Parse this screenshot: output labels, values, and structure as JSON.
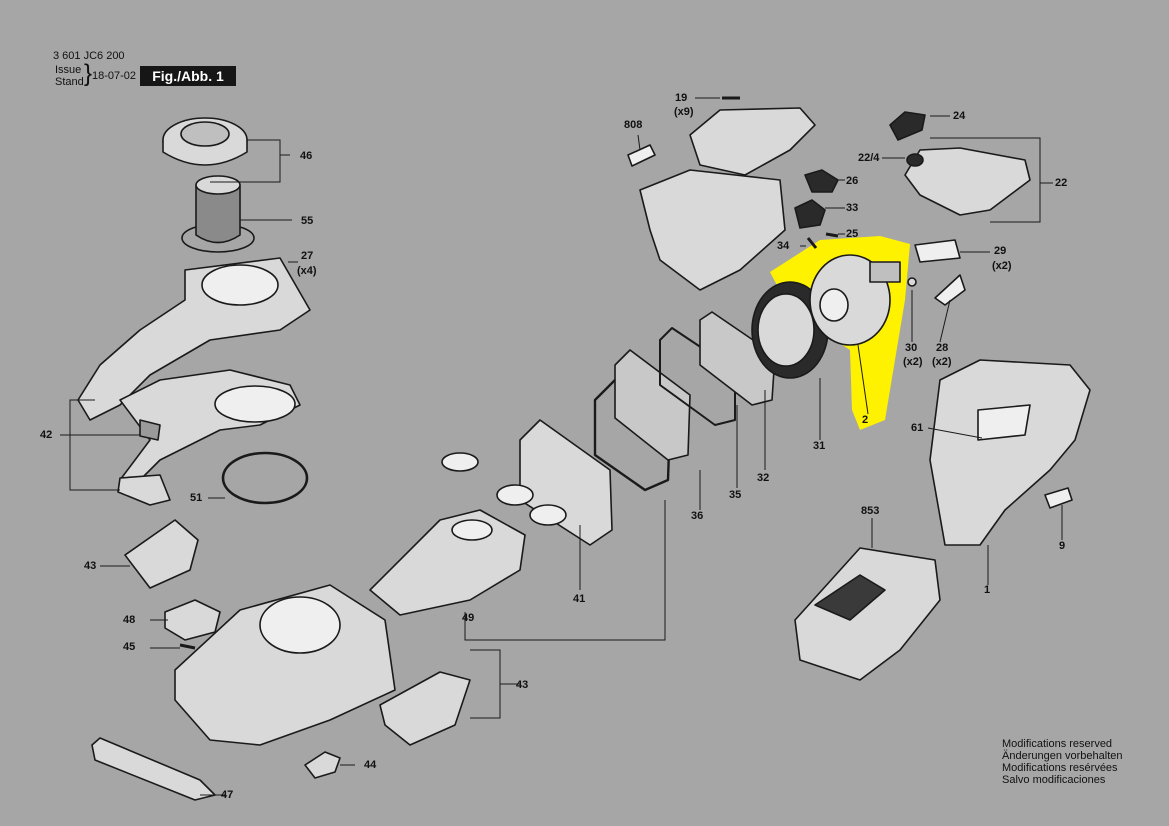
{
  "header": {
    "doc_number": "3 601 JC6 200",
    "issue_label": "Issue",
    "stand_label": "Stand",
    "brace": "}",
    "issue_date": "18-07-02",
    "figure_title": "Fig./Abb. 1"
  },
  "colors": {
    "background": "#a6a6a6",
    "highlight": "#fff200",
    "part_fill": "#d9d9d9",
    "part_dark": "#2a2a2a",
    "line": "#1a1a1a"
  },
  "callouts": {
    "p1": "1",
    "p2": "2",
    "p9": "9",
    "p19": "19",
    "p19q": "(x9)",
    "p22": "22",
    "p22_4": "22/4",
    "p24": "24",
    "p25": "25",
    "p26": "26",
    "p27": "27",
    "p27q": "(x4)",
    "p28": "28",
    "p28q": "(x2)",
    "p29": "29",
    "p29q": "(x2)",
    "p30": "30",
    "p30q": "(x2)",
    "p31": "31",
    "p32": "32",
    "p33": "33",
    "p34": "34",
    "p35": "35",
    "p36": "36",
    "p41": "41",
    "p42": "42",
    "p43a": "43",
    "p43b": "43",
    "p44": "44",
    "p45": "45",
    "p46": "46",
    "p47": "47",
    "p48": "48",
    "p49": "49",
    "p51": "51",
    "p55": "55",
    "p61": "61",
    "p808": "808",
    "p853": "853"
  },
  "notes": [
    "Modifications reserved",
    "Änderungen vorbehalten",
    "Modifications resérvées",
    "Salvo modificaciones"
  ]
}
